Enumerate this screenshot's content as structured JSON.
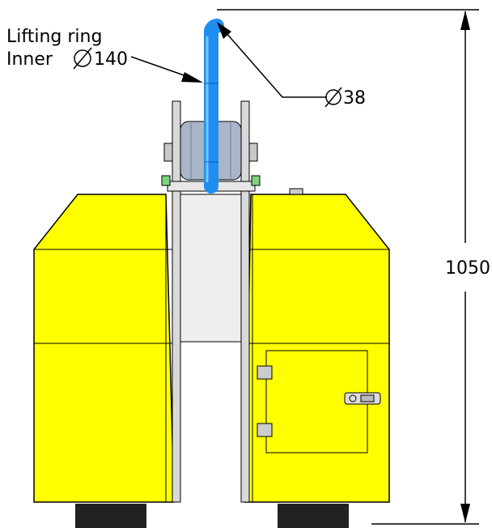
{
  "annotations": {
    "lifting_ring_line1": "Lifting ring",
    "lifting_ring_line2": "Inner",
    "inner_diameter_value": "140",
    "rod_diameter_value": "38",
    "overall_height": "1050"
  },
  "colors": {
    "ring": "#1e8ff0",
    "ring_highlight": "#7cc4ff",
    "body_yellow": "#ffff00",
    "body_outline": "#000000",
    "center_panel": "#eeeeee",
    "frame_plate": "#d9d9d9",
    "sheave": "#a9b6c8",
    "feet": "#222222"
  },
  "icons": {
    "diameter_symbol": "diameter-symbol-icon",
    "dimension_arrow": "arrow-icon"
  }
}
